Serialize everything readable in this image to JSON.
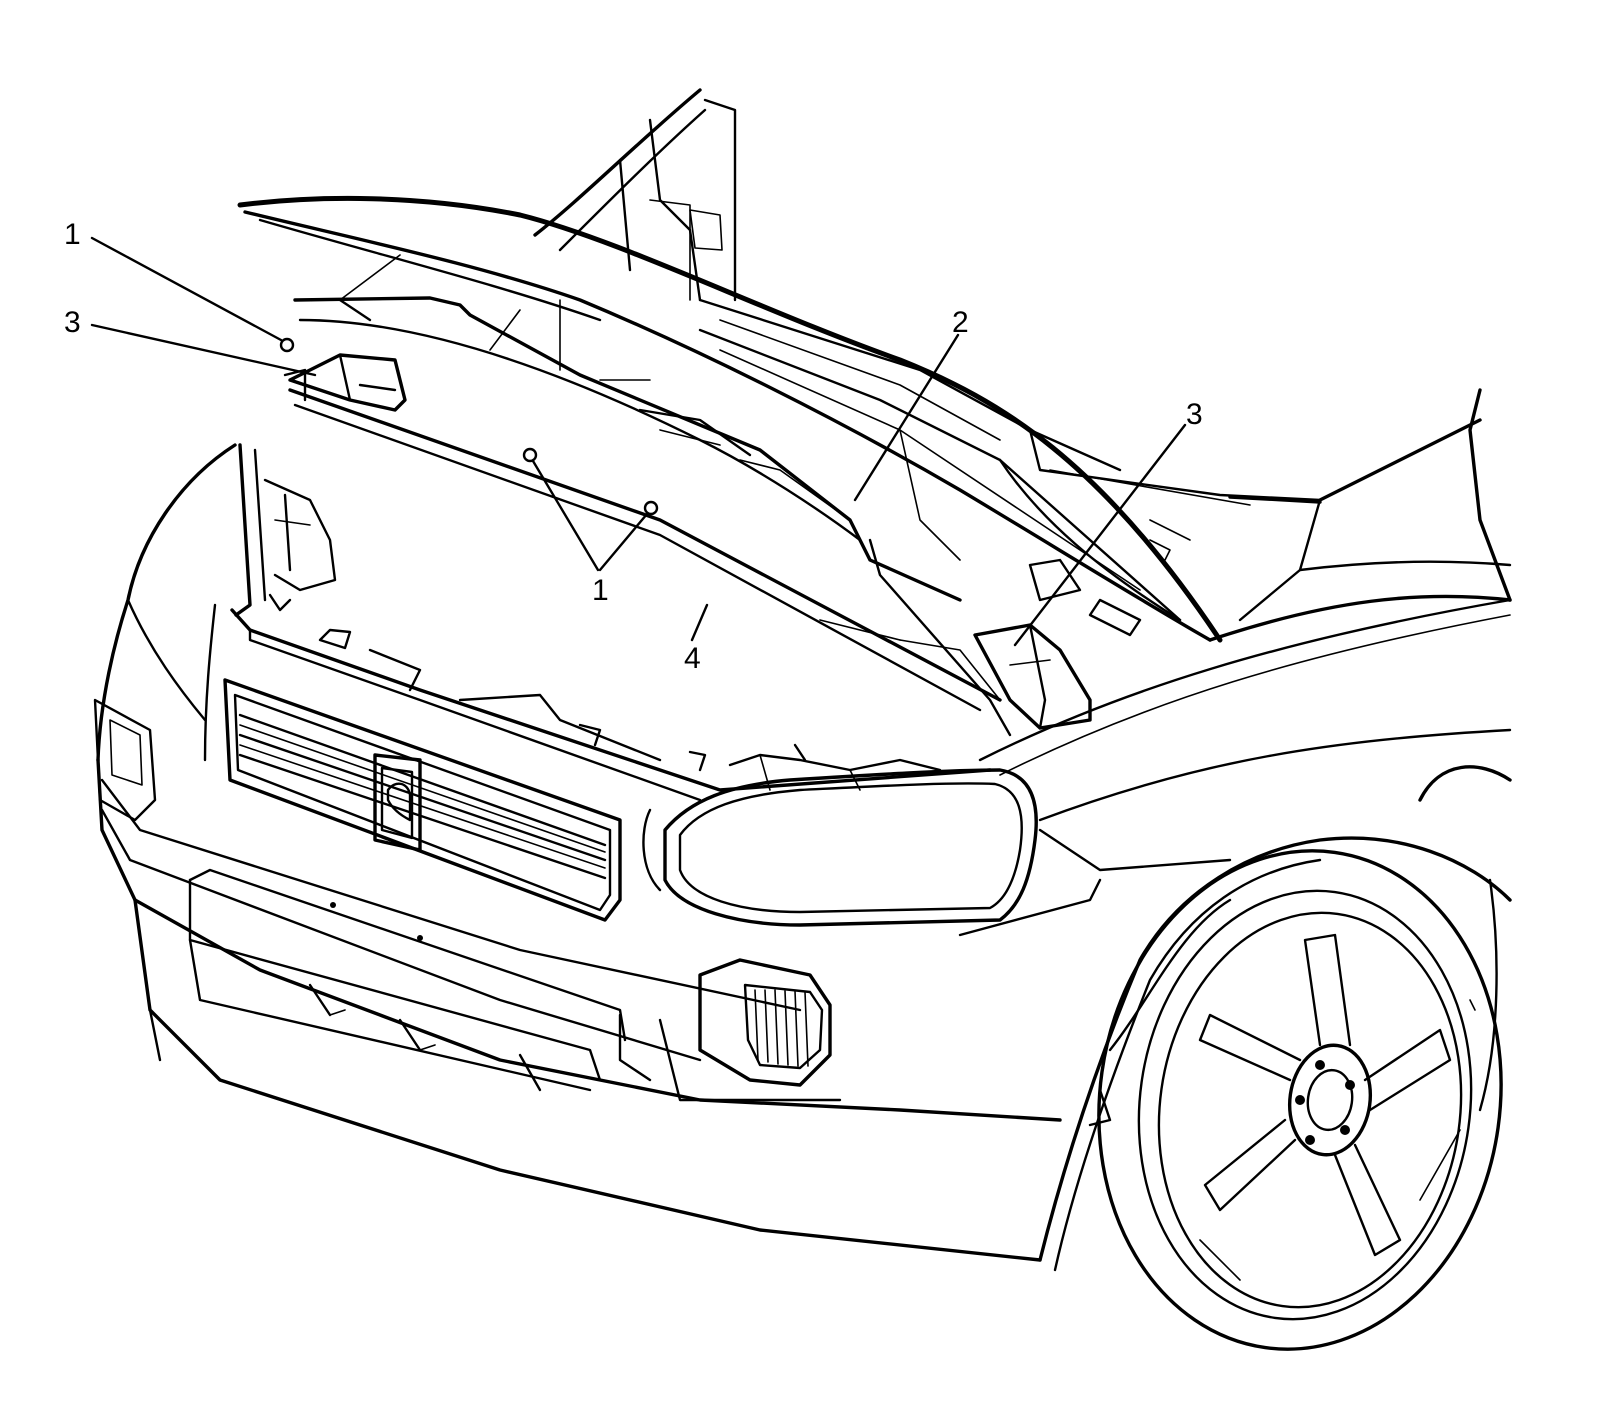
{
  "callouts": [
    {
      "id": "c1-left",
      "text": "1"
    },
    {
      "id": "c3-left",
      "text": "3"
    },
    {
      "id": "c2",
      "text": "2"
    },
    {
      "id": "c3-right",
      "text": "3"
    },
    {
      "id": "c1-center",
      "text": "1"
    },
    {
      "id": "c4",
      "text": "4"
    }
  ],
  "colors": {
    "line": "#000000",
    "background": "#ffffff"
  }
}
